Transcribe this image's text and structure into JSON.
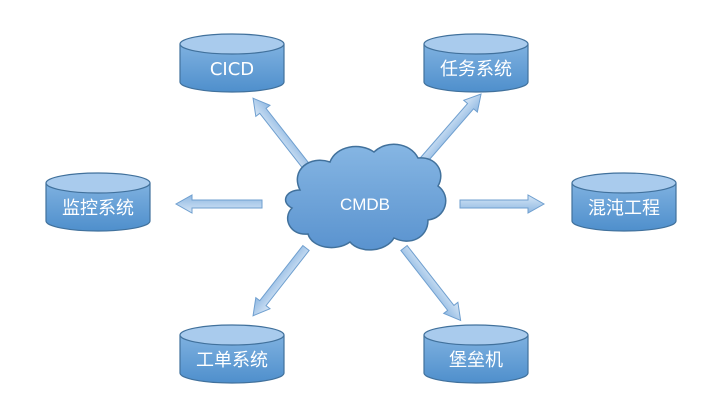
{
  "hub": {
    "label": "CMDB",
    "icon": "cloud-icon"
  },
  "nodes": {
    "cicd": {
      "label": "CICD"
    },
    "task_system": {
      "label": "任务系统"
    },
    "monitor_system": {
      "label": "监控系统"
    },
    "chaos_engineering": {
      "label": "混沌工程"
    },
    "ticket_system": {
      "label": "工单系统"
    },
    "bastion_host": {
      "label": "堡垒机"
    }
  },
  "colors": {
    "node_fill": "#5b9bd5",
    "node_top": "#9cc3e6",
    "node_stroke": "#41719c",
    "arrow_fill": "#a9c9ea",
    "arrow_stroke": "#6f9fcf",
    "text": "#ffffff"
  }
}
